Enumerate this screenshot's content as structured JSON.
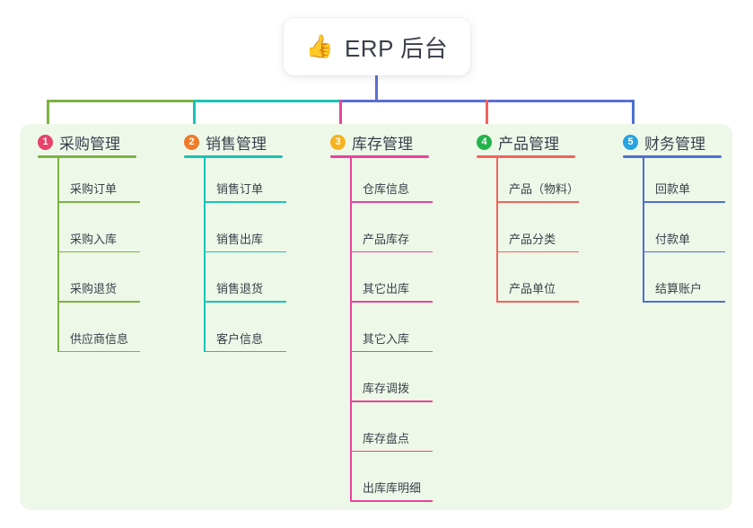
{
  "diagram": {
    "type": "mindmap",
    "title": "ERP 后台",
    "background_color": "#ffffff",
    "panel_color": "#eef8e9"
  },
  "root": {
    "emoji": "👍",
    "emoji_name": "thumbs-up-emoji",
    "label": "ERP 后台"
  },
  "trunk": {
    "color": "#5b6fd0"
  },
  "branches": [
    {
      "id": "purchase",
      "number": "1",
      "title": "采购管理",
      "badge_color": "#e8426b",
      "line_color": "#7cb342",
      "bus_color": "#7cb342",
      "items": [
        "采购订单",
        "采购入库",
        "采购退货",
        "供应商信息"
      ]
    },
    {
      "id": "sales",
      "number": "2",
      "title": "销售管理",
      "badge_color": "#f07b28",
      "line_color": "#17c4b4",
      "bus_color": "#17c4b4",
      "items": [
        "销售订单",
        "销售出库",
        "销售退货",
        "客户信息"
      ]
    },
    {
      "id": "inventory",
      "number": "3",
      "title": "库存管理",
      "badge_color": "#f5b320",
      "line_color": "#e8449b",
      "bus_color": "#5b6fd0",
      "items": [
        "仓库信息",
        "产品库存",
        "其它出库",
        "其它入库",
        "库存调拨",
        "库存盘点",
        "出库库明细"
      ]
    },
    {
      "id": "product",
      "number": "4",
      "title": "产品管理",
      "badge_color": "#23b24b",
      "line_color": "#f4625c",
      "bus_color": "#5b6fd0",
      "items": [
        "产品（物料）",
        "产品分类",
        "产品单位"
      ]
    },
    {
      "id": "finance",
      "number": "5",
      "title": "财务管理",
      "badge_color": "#29a3e0",
      "line_color": "#4c6fd4",
      "bus_color": "#5b6fd0",
      "items": [
        "回款单",
        "付款单",
        "结算账户"
      ]
    }
  ]
}
